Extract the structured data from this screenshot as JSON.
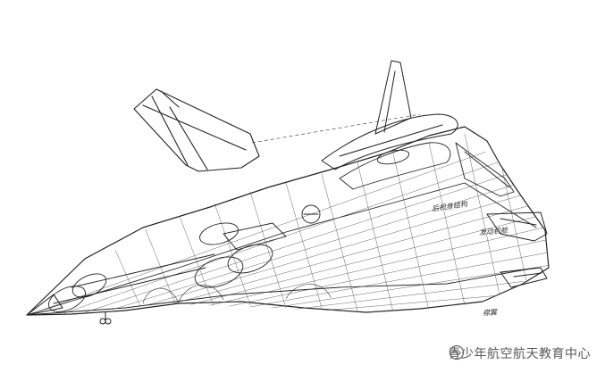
{
  "image": {
    "subject": "pencil-sketch-cutaway-stealth-aircraft",
    "background_color": "#ffffff",
    "ink_color": "#222222"
  },
  "annotations": {
    "note_1": "后机身结构",
    "note_2": "发动机舱",
    "note_3": "襟翼"
  },
  "watermark": {
    "icon": "wechat-channel-icon",
    "text": "青少年航空航天教育中心",
    "color": "#5a5a5a"
  }
}
